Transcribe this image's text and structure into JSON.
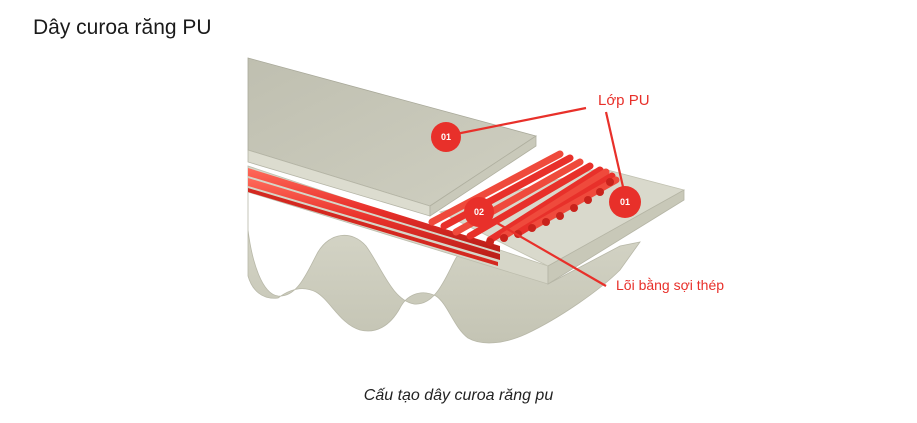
{
  "title": "Dây curoa răng PU",
  "caption": "Cấu tạo dây curoa răng pu",
  "diagram": {
    "accent_color": "#e8302a",
    "belt_color": "#d2d2c3",
    "labels": {
      "pu_layer": "Lớp PU",
      "steel_core": "Lõi bằng sợi thép"
    },
    "markers": {
      "top_layer": "01",
      "bottom_layer": "01",
      "core": "02"
    }
  }
}
